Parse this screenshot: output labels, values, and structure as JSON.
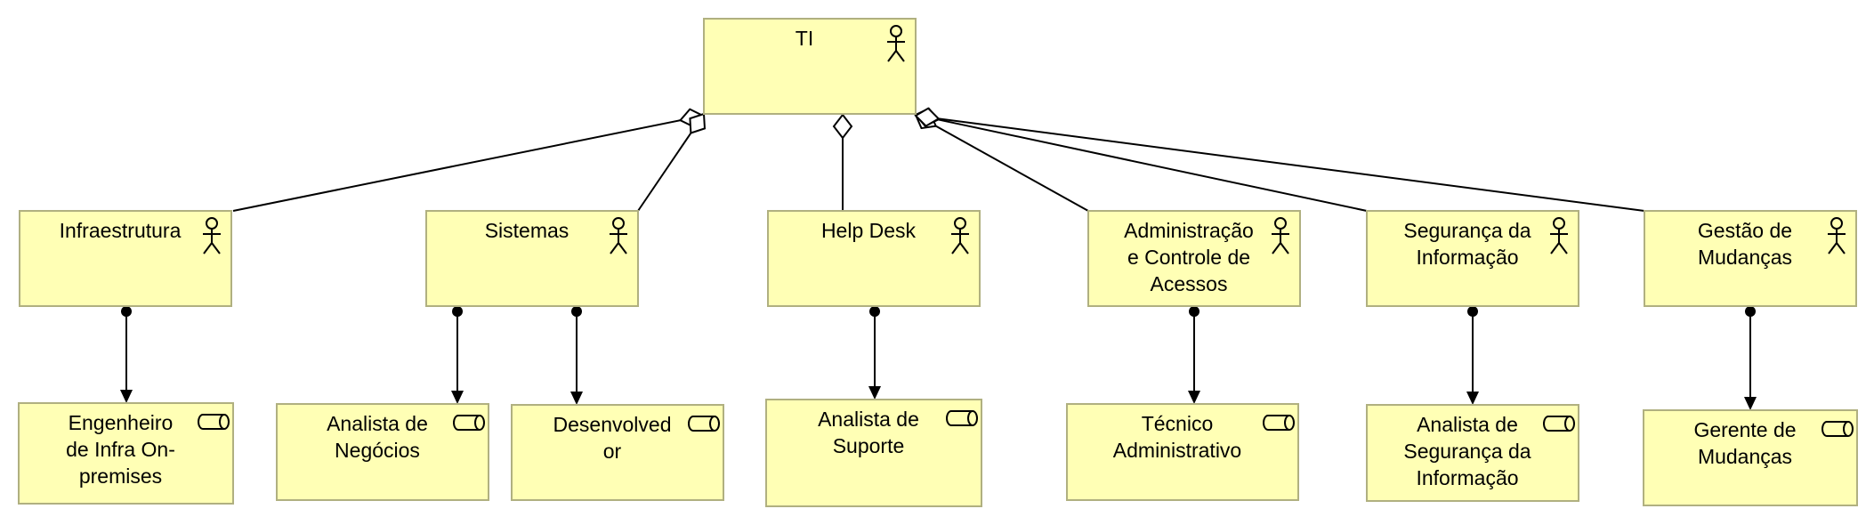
{
  "root": {
    "id": "ti",
    "label": [
      "TI"
    ],
    "icon": "actor-icon"
  },
  "groups": [
    {
      "id": "infraestrutura",
      "label": [
        "Infraestrutura"
      ],
      "icon": "actor-icon"
    },
    {
      "id": "sistemas",
      "label": [
        "Sistemas"
      ],
      "icon": "actor-icon"
    },
    {
      "id": "help-desk",
      "label": [
        "Help Desk"
      ],
      "icon": "actor-icon"
    },
    {
      "id": "administracao",
      "label": [
        "Administração",
        "e Controle de",
        "Acessos"
      ],
      "icon": "actor-icon"
    },
    {
      "id": "seguranca",
      "label": [
        "Segurança da",
        "Informação"
      ],
      "icon": "actor-icon"
    },
    {
      "id": "gestao",
      "label": [
        "Gestão de",
        "Mudanças"
      ],
      "icon": "actor-icon"
    }
  ],
  "roles": [
    {
      "id": "engenheiro",
      "label": [
        "Engenheiro",
        "de Infra On-",
        "premises"
      ],
      "icon": "role-icon",
      "parent": "infraestrutura"
    },
    {
      "id": "analista-negocios",
      "label": [
        "Analista de",
        "Negócios"
      ],
      "icon": "role-icon",
      "parent": "sistemas"
    },
    {
      "id": "desenvolvedor",
      "label": [
        "Desenvolved",
        "or"
      ],
      "icon": "role-icon",
      "parent": "sistemas"
    },
    {
      "id": "analista-suporte",
      "label": [
        "Analista de",
        "Suporte"
      ],
      "icon": "role-icon",
      "parent": "help-desk"
    },
    {
      "id": "tecnico",
      "label": [
        "Técnico",
        "Administrativo"
      ],
      "icon": "role-icon",
      "parent": "administracao"
    },
    {
      "id": "analista-seguranca",
      "label": [
        "Analista de",
        "Segurança da",
        "Informação"
      ],
      "icon": "role-icon",
      "parent": "seguranca"
    },
    {
      "id": "gerente",
      "label": [
        "Gerente de",
        "Mudanças"
      ],
      "icon": "role-icon",
      "parent": "gestao"
    }
  ],
  "relations": {
    "aggregation": {
      "from": "ti",
      "to": [
        "infraestrutura",
        "sistemas",
        "help-desk",
        "administracao",
        "seguranca",
        "gestao"
      ]
    },
    "assignment": "parent"
  },
  "colors": {
    "node_fill": "#ffffb5",
    "node_border": "#b0b080",
    "line": "#000000"
  }
}
